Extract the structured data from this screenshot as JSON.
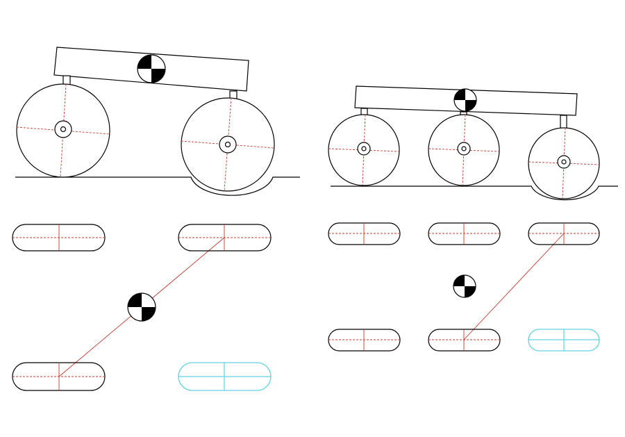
{
  "colors": {
    "ink": "#000000",
    "centerline": "#c0392b",
    "highlight": "#5fd3e0",
    "background": "#ffffff"
  },
  "icons": {
    "center_of_mass": "center-of-mass-icon"
  },
  "diagrams": [
    {
      "id": "two-wheel",
      "wheel_count": 2,
      "ground_has_pothole": true,
      "footprints_total": 4,
      "highlighted_footprint": "rear-right"
    },
    {
      "id": "three-wheel",
      "wheel_count": 3,
      "ground_has_pothole": true,
      "footprints_total": 6,
      "highlighted_footprint": "rear-right"
    }
  ]
}
